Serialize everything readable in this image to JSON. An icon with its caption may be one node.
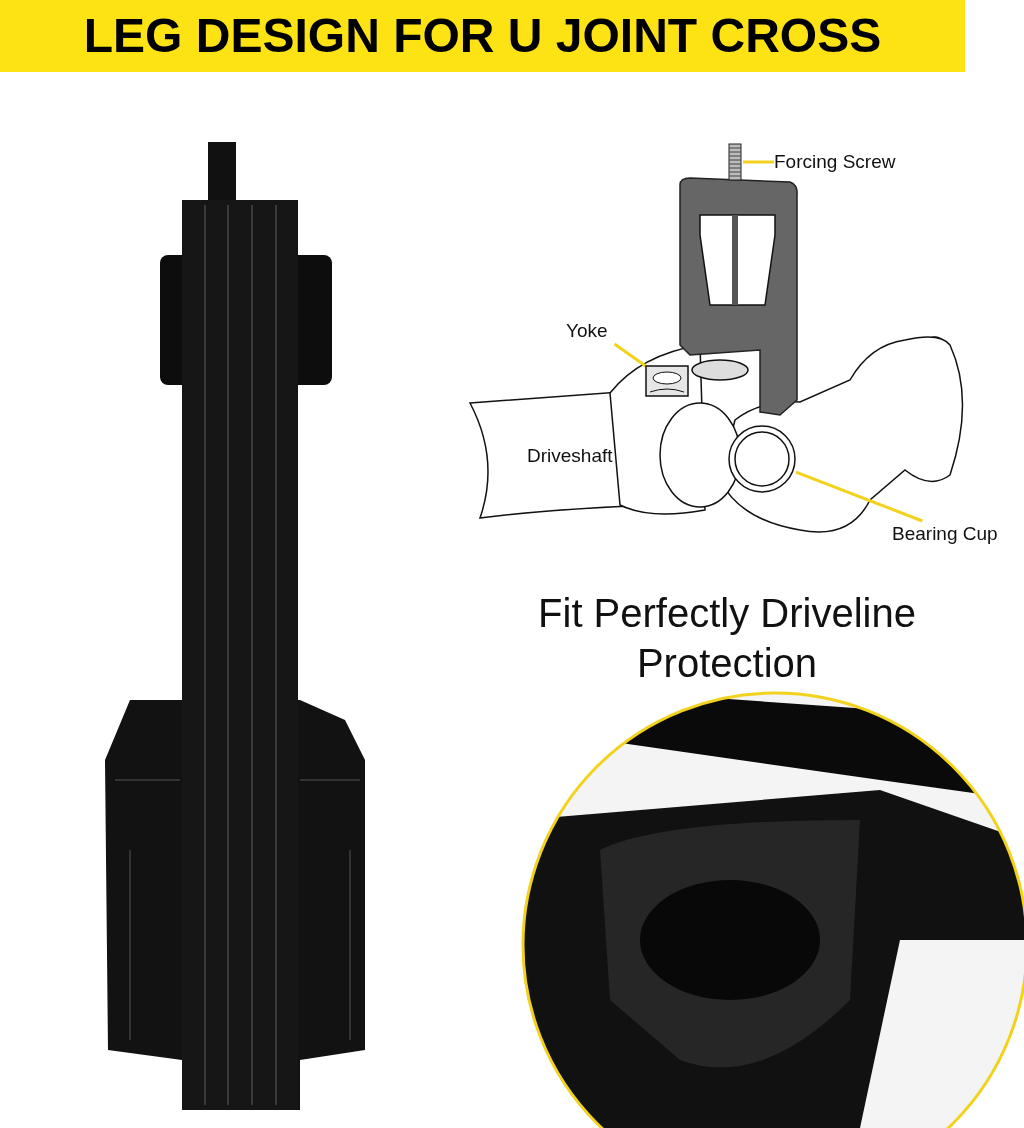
{
  "diagram": {
    "title": "LEG DESIGN FOR U JOINT CROSS",
    "nodes": [
      {
        "text": [
          "Forcing Screw"
        ]
      },
      {
        "text": [],
        "shape": "picture"
      },
      {
        "text": [
          "Yoke"
        ]
      },
      {
        "text": [],
        "shape": "picture"
      },
      {
        "text": [
          "Bearing Cup"
        ]
      },
      {
        "text": [],
        "shape": "picture"
      }
    ],
    "edges": [
      {
        "from": 0,
        "to": 1,
        "arrow": "none",
        "color": "#f2d21c"
      },
      {
        "from": 2,
        "to": 3,
        "arrow": "none",
        "color": "#f2d21c"
      },
      {
        "from": 4,
        "to": 5,
        "arrow": "none",
        "color": "#f2d21c"
      }
    ],
    "labels": [
      "Driveshaft",
      "Fit Perfectly Driveline Protection"
    ]
  }
}
